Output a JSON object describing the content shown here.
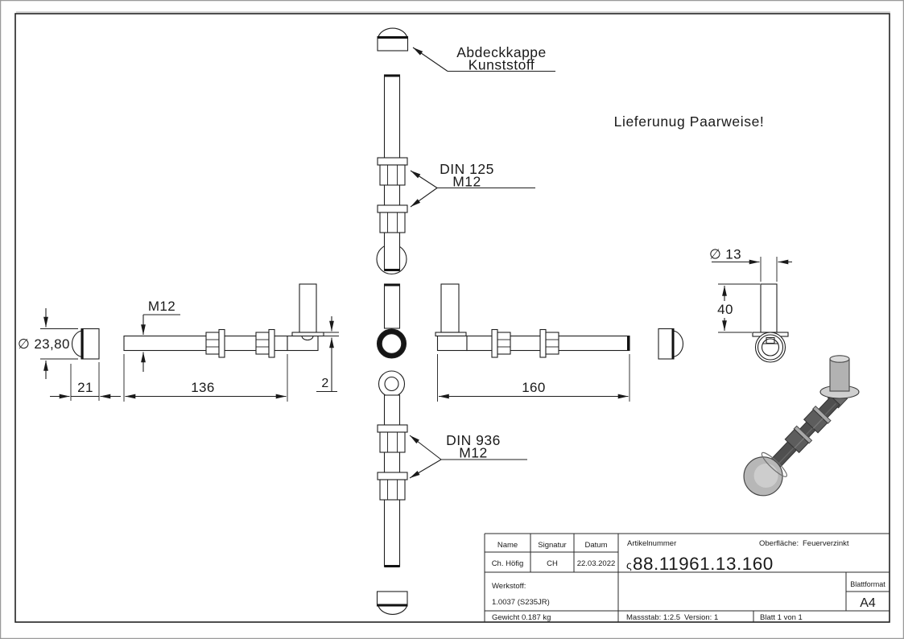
{
  "colors": {
    "line": "#1f1f1f",
    "article_number": "#14147a"
  },
  "notes": {
    "delivery": "Lieferunug Paarweise!"
  },
  "annotations": {
    "cap_line1": "Abdeckkappe",
    "cap_line2": "Kunststoff",
    "washer_line1": "DIN 125",
    "washer_line2": "M12",
    "locknut_line1": "DIN 936",
    "locknut_line2": "M12"
  },
  "dimensions": {
    "cap_diameter": "∅ 23,80",
    "cap_length": "21",
    "thread": "M12",
    "rod_length_left": "136",
    "flange_thickness": "2",
    "rod_length_right": "160",
    "tube_diameter": "∅ 13",
    "tube_length": "40"
  },
  "title_block": {
    "name_header": "Name",
    "signature_header": "Signatur",
    "date_header": "Datum",
    "name_value": "Ch. Höfig",
    "signature_value": "CH",
    "date_value": "22.03.2022",
    "article_label": "Artikelnummer",
    "article_prefix": "ς",
    "article_number": "88.11961.13.160",
    "surface_label": "Oberfläche:",
    "surface_value": "Feuerverzinkt",
    "material_label": "Werkstoff:",
    "material_value": "1.0037 (S235JR)",
    "weight": "Gewicht 0.187 kg",
    "scale": "Massstab: 1:2.5",
    "version": "Version: 1",
    "sheet": "Blatt 1 von 1",
    "format_label": "Blattformat",
    "format_value": "A4"
  }
}
